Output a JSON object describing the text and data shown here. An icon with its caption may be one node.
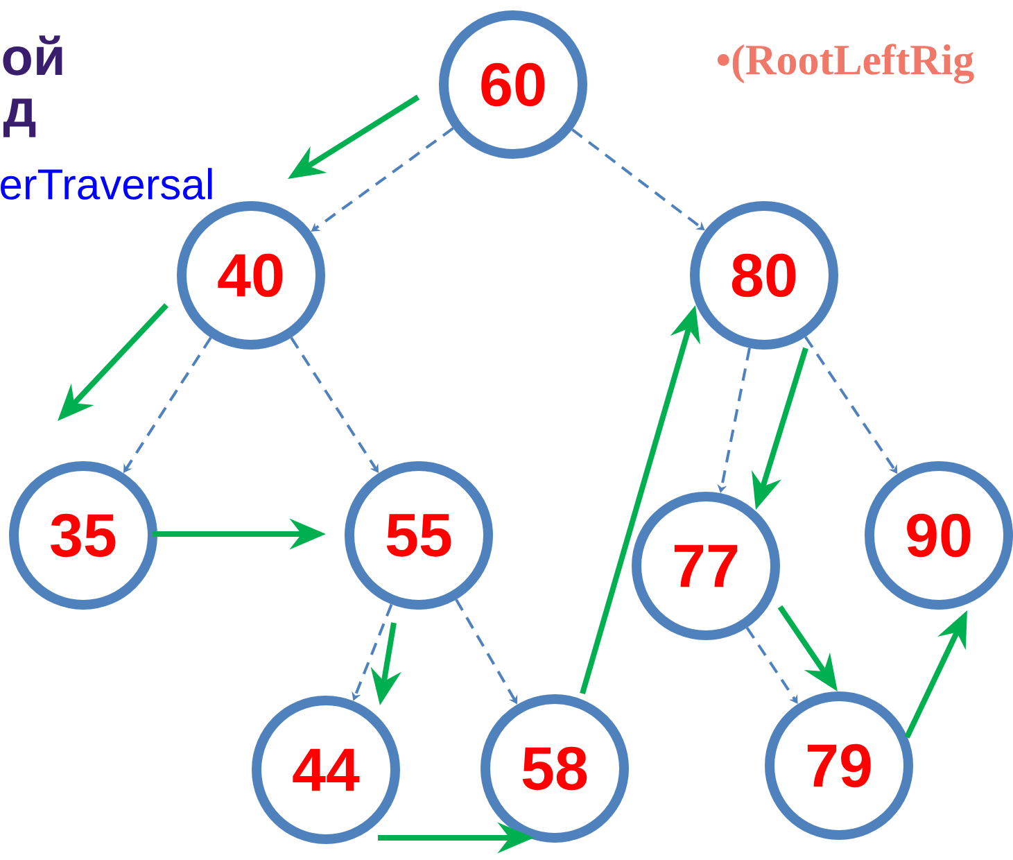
{
  "diagram": {
    "nodes": [
      {
        "text": [
          "60"
        ]
      },
      {
        "text": [
          "40"
        ]
      },
      {
        "text": [
          "80"
        ]
      },
      {
        "text": [
          "35"
        ]
      },
      {
        "text": [
          "55"
        ]
      },
      {
        "text": [
          "77"
        ]
      },
      {
        "text": [
          "90"
        ]
      },
      {
        "text": [
          "44"
        ]
      },
      {
        "text": [
          "58"
        ]
      },
      {
        "text": [
          "79"
        ]
      }
    ],
    "edges": [
      {
        "from": 0,
        "to": 1,
        "arrow": "to",
        "style": "dashed"
      },
      {
        "from": 0,
        "to": 2,
        "arrow": "to",
        "style": "dashed"
      },
      {
        "from": 1,
        "to": 3,
        "arrow": "to",
        "style": "dashed"
      },
      {
        "from": 1,
        "to": 4,
        "arrow": "to",
        "style": "dashed"
      },
      {
        "from": 2,
        "to": 5,
        "arrow": "to",
        "style": "dashed"
      },
      {
        "from": 2,
        "to": 6,
        "arrow": "to",
        "style": "dashed"
      },
      {
        "from": 4,
        "to": 7,
        "arrow": "to",
        "style": "dashed"
      },
      {
        "from": 4,
        "to": 8,
        "arrow": "to",
        "style": "dashed"
      },
      {
        "from": 5,
        "to": 9,
        "arrow": "to",
        "style": "dashed"
      },
      {
        "from": 0,
        "to": 1,
        "arrow": "to",
        "style": "thick",
        "color": "#00b050"
      },
      {
        "from": 1,
        "to": 3,
        "arrow": "to",
        "style": "thick",
        "color": "#00b050"
      },
      {
        "from": 3,
        "to": 4,
        "arrow": "to",
        "style": "thick",
        "color": "#00b050"
      },
      {
        "from": 4,
        "to": 7,
        "arrow": "to",
        "style": "thick",
        "color": "#00b050"
      },
      {
        "from": 7,
        "to": 8,
        "arrow": "to",
        "style": "thick",
        "color": "#00b050"
      },
      {
        "from": 8,
        "to": 2,
        "arrow": "to",
        "style": "thick",
        "color": "#00b050"
      },
      {
        "from": 2,
        "to": 5,
        "arrow": "to",
        "style": "thick",
        "color": "#00b050"
      },
      {
        "from": 5,
        "to": 9,
        "arrow": "to",
        "style": "thick",
        "color": "#00b050"
      },
      {
        "from": 9,
        "to": 6,
        "arrow": "to",
        "style": "thick",
        "color": "#00b050"
      }
    ],
    "labels": [
      "ой",
      "д",
      "erTraversal",
      "•(RootLeftRig"
    ]
  }
}
